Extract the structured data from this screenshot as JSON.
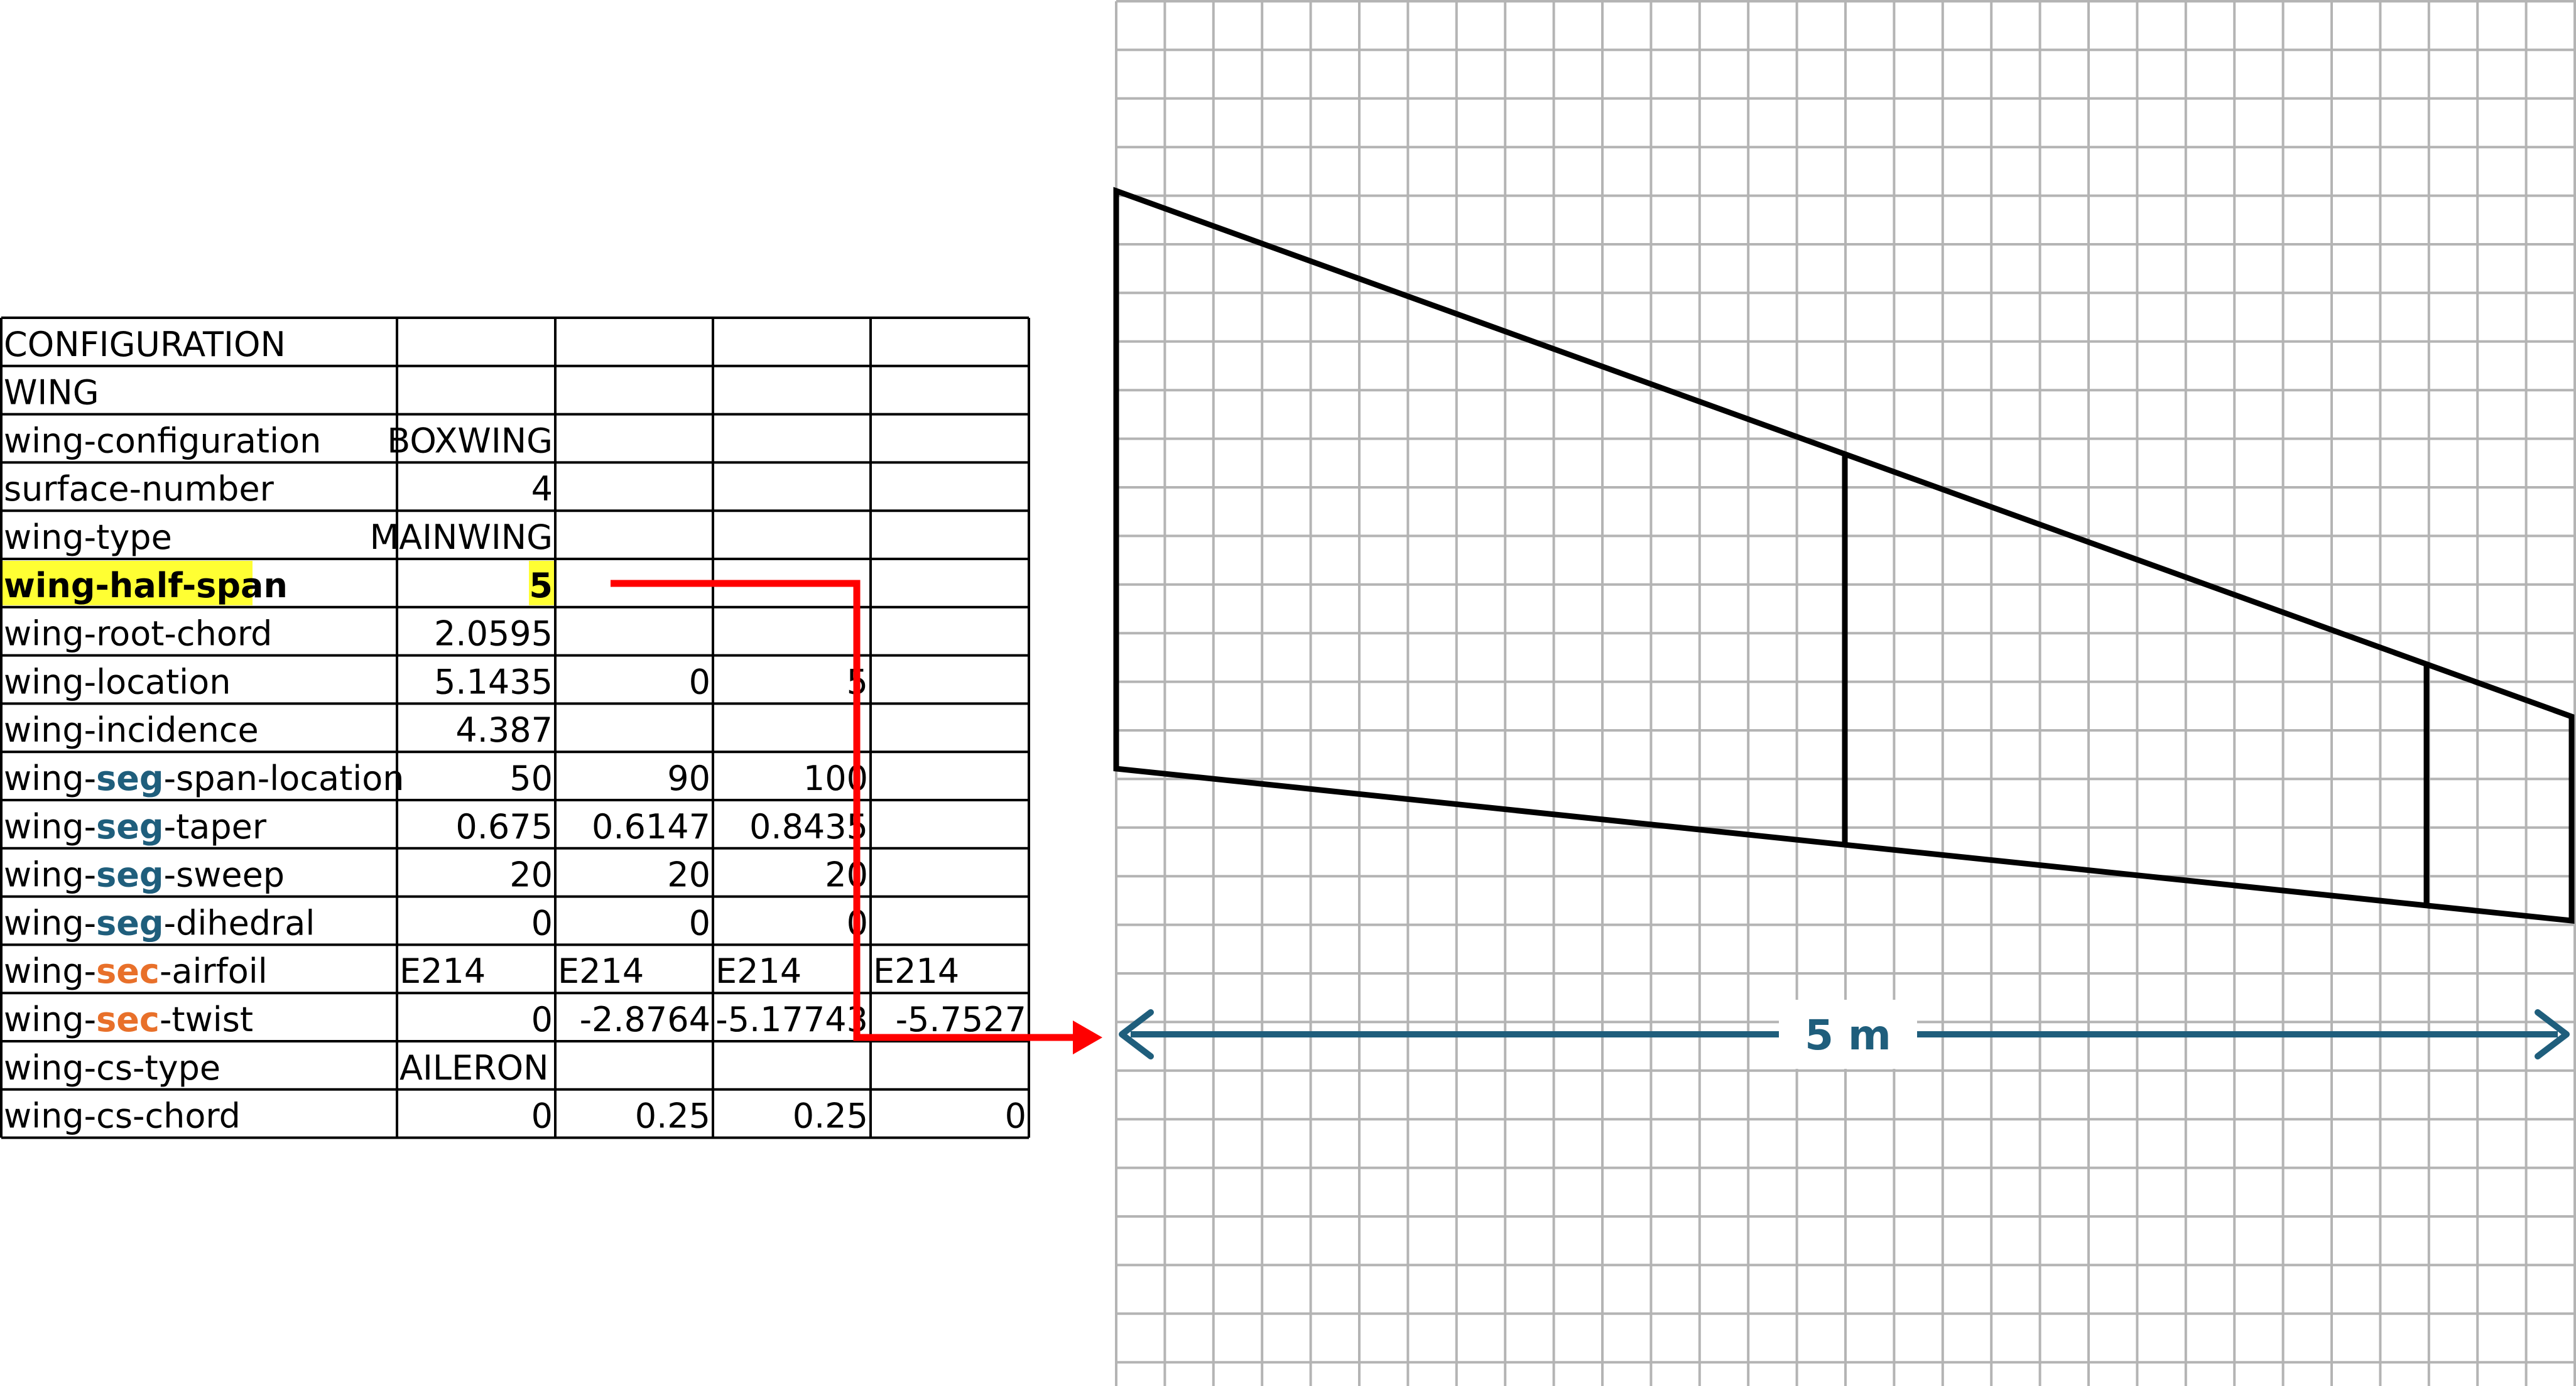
{
  "table": {
    "rows": [
      {
        "label": [
          {
            "text": "CONFIGURATION"
          }
        ],
        "cells": [
          "",
          "",
          "",
          ""
        ]
      },
      {
        "label": [
          {
            "text": "WING"
          }
        ],
        "cells": [
          "",
          "",
          "",
          ""
        ]
      },
      {
        "label": [
          {
            "text": "wing-configuration"
          }
        ],
        "cells": [
          "BOXWING",
          "",
          "",
          ""
        ]
      },
      {
        "label": [
          {
            "text": "surface-number"
          }
        ],
        "cells": [
          "4",
          "",
          "",
          ""
        ]
      },
      {
        "label": [
          {
            "text": "wing-type"
          }
        ],
        "cells": [
          "MAINWING",
          "",
          "",
          ""
        ]
      },
      {
        "label": [
          {
            "text": "wing-half-span"
          }
        ],
        "cells": [
          "5",
          "",
          "",
          ""
        ],
        "highlight": true
      },
      {
        "label": [
          {
            "text": "wing-root-chord"
          }
        ],
        "cells": [
          "2.0595",
          "",
          "",
          ""
        ]
      },
      {
        "label": [
          {
            "text": "wing-location"
          }
        ],
        "cells": [
          "5.1435",
          "0",
          "5",
          ""
        ]
      },
      {
        "label": [
          {
            "text": "wing-incidence"
          }
        ],
        "cells": [
          "4.387",
          "",
          "",
          ""
        ]
      },
      {
        "label": [
          {
            "text": "wing-"
          },
          {
            "text": "seg",
            "accent": "seg"
          },
          {
            "text": "-span-location"
          }
        ],
        "cells": [
          "50",
          "90",
          "100",
          ""
        ]
      },
      {
        "label": [
          {
            "text": "wing-"
          },
          {
            "text": "seg",
            "accent": "seg"
          },
          {
            "text": "-taper"
          }
        ],
        "cells": [
          "0.675",
          "0.6147",
          "0.8435",
          ""
        ]
      },
      {
        "label": [
          {
            "text": "wing-"
          },
          {
            "text": "seg",
            "accent": "seg"
          },
          {
            "text": "-sweep"
          }
        ],
        "cells": [
          "20",
          "20",
          "20",
          ""
        ]
      },
      {
        "label": [
          {
            "text": "wing-"
          },
          {
            "text": "seg",
            "accent": "seg"
          },
          {
            "text": "-dihedral"
          }
        ],
        "cells": [
          "0",
          "0",
          "0",
          ""
        ]
      },
      {
        "label": [
          {
            "text": "wing-"
          },
          {
            "text": "sec",
            "accent": "sec"
          },
          {
            "text": "-airfoil"
          }
        ],
        "cells": [
          "E214",
          "E214",
          "E214",
          "E214"
        ],
        "align": "left"
      },
      {
        "label": [
          {
            "text": "wing-"
          },
          {
            "text": "sec",
            "accent": "sec"
          },
          {
            "text": "-twist"
          }
        ],
        "cells": [
          "0",
          "-2.8764",
          "-5.17743",
          "-5.7527"
        ]
      },
      {
        "label": [
          {
            "text": "wing-cs-type"
          }
        ],
        "cells": [
          "AILERON",
          "",
          "",
          ""
        ],
        "align": "left"
      },
      {
        "label": [
          {
            "text": "wing-cs-chord"
          }
        ],
        "cells": [
          "0",
          "0.25",
          "0.25",
          "0"
        ]
      }
    ]
  },
  "dimension": {
    "label": "5 m"
  },
  "colors": {
    "seg": "#1F5E7C",
    "sec": "#E8702A",
    "highlight": "#FFFF33",
    "dimension": "#1F5E7C",
    "arrow": "#FF0000",
    "grid": "#B4B4B4",
    "wing": "#000000"
  }
}
